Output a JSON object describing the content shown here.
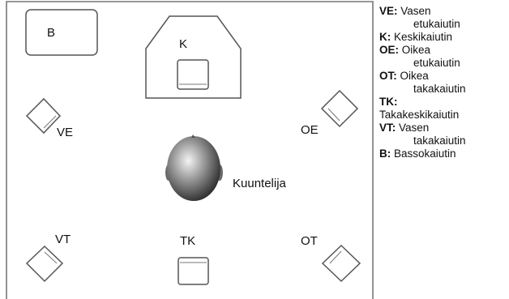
{
  "diagram": {
    "labels": {
      "b": "B",
      "k": "K",
      "ve": "VE",
      "oe": "OE",
      "vt": "VT",
      "tk": "TK",
      "ot": "OT",
      "listener": "Kuuntelija"
    },
    "legend": [
      {
        "key": "VE:",
        "line1": "Vasen",
        "line2": "etukaiutin"
      },
      {
        "key": "K:",
        "line1": "Keskikaiutin",
        "line2": ""
      },
      {
        "key": "OE:",
        "line1": "Oikea",
        "line2": "etukaiutin"
      },
      {
        "key": "OT:",
        "line1": "Oikea",
        "line2": "takakaiutin"
      },
      {
        "key": "TK:",
        "line1": "",
        "line2": "Takakeskikaiutin"
      },
      {
        "key": "VT:",
        "line1": "Vasen",
        "line2": "takakaiutin"
      },
      {
        "key": "B:",
        "line1": "Bassokaiutin",
        "line2": ""
      }
    ]
  }
}
